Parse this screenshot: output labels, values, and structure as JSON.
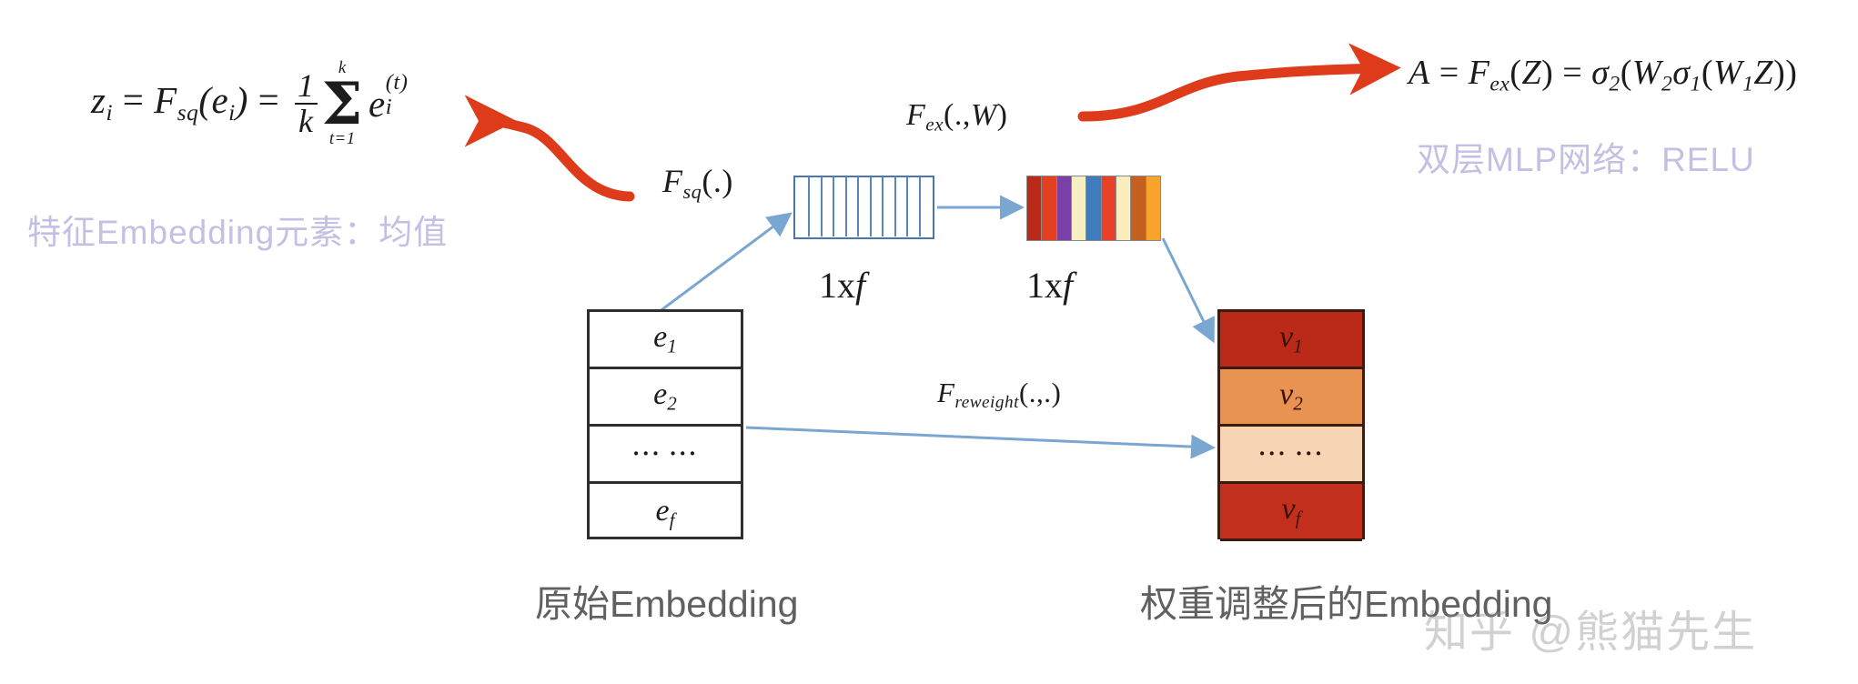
{
  "diagram": {
    "title_none": "",
    "formulas": {
      "squeeze": {
        "lhs": "z",
        "lhs_sub": "i",
        "eq1": " = ",
        "fn": "F",
        "fn_sub": "sq",
        "fn_arg_open": "(",
        "fn_arg": "e",
        "fn_arg_sub": "i",
        "fn_arg_close": ")",
        "eq2": " = ",
        "frac_num": "1",
        "frac_den": "k",
        "sum_upper": "k",
        "sum_symbol": "∑",
        "sum_lower": "t=1",
        "term": "e",
        "term_sup": "(t)",
        "term_sub": "i",
        "plain": "z_i = F_sq(e_i) = (1/k) Σ_{t=1}^{k} e_i^{(t)}"
      },
      "excite": {
        "plain": "A = F_ex(Z) = σ₂(W₂σ₁(W₁Z))",
        "lhs": "A",
        "eq1": " = ",
        "fn": "F",
        "fn_sub": "ex",
        "fn_arg": "(Z)",
        "eq2": " = ",
        "sigma2": "σ",
        "sigma2_sub": "2",
        "open1": "(",
        "w2": "W",
        "w2_sub": "2",
        "sigma1": "σ",
        "sigma1_sub": "1",
        "open2": "(",
        "w1": "W",
        "w1_sub": "1",
        "z": "Z",
        "close": "))"
      }
    },
    "notes": {
      "left": "特征Embedding元素：均值",
      "right": "双层MLP网络：RELU",
      "color": "#c3c0e4"
    },
    "labels": {
      "fsq": {
        "fn": "F",
        "sub": "sq",
        "args": "(.)",
        "plain": "F_sq(.)"
      },
      "fex": {
        "fn": "F",
        "sub": "ex",
        "args": "(.,W)",
        "plain": "F_ex(.,W)"
      },
      "freweight": {
        "fn": "F",
        "sub": "reweight",
        "args": "(.,.)",
        "plain": "F_reweight(.,.)"
      }
    },
    "vector_captions": {
      "squeeze": {
        "prefix": "1x",
        "dim": "f"
      },
      "excite": {
        "prefix": "1x",
        "dim": "f"
      }
    },
    "squeeze_vector": {
      "name": "squeeze-vector",
      "stripe_count": 11,
      "border_color": "#4a77ab",
      "fill": "#ffffff"
    },
    "excite_vector": {
      "name": "excite-vector",
      "cells": [
        {
          "color": "#bb2a18"
        },
        {
          "color": "#e2401f"
        },
        {
          "color": "#7b3fa8"
        },
        {
          "color": "#f7eec2"
        },
        {
          "color": "#3f7dbf"
        },
        {
          "color": "#e8412a"
        },
        {
          "color": "#fbedbd"
        },
        {
          "color": "#c46121"
        },
        {
          "color": "#f7a32c"
        }
      ]
    },
    "source_table": {
      "name": "original-embedding-table",
      "rows": [
        {
          "base": "e",
          "sub": "1",
          "is_dots": false
        },
        {
          "base": "e",
          "sub": "2",
          "is_dots": false
        },
        {
          "base": "··· ···",
          "sub": "",
          "is_dots": true
        },
        {
          "base": "e",
          "sub": "f",
          "is_dots": false
        }
      ],
      "caption": "原始Embedding",
      "border_color": "#2e2e2e",
      "fill": "#ffffff"
    },
    "output_table": {
      "name": "reweighted-embedding-table",
      "rows": [
        {
          "base": "v",
          "sub": "1",
          "is_dots": false,
          "color": "#bb2a18"
        },
        {
          "base": "v",
          "sub": "2",
          "is_dots": false,
          "color": "#e89352"
        },
        {
          "base": "··· ···",
          "sub": "",
          "is_dots": true,
          "color": "#f6d5b5"
        },
        {
          "base": "v",
          "sub": "f",
          "is_dots": false,
          "color": "#c22f1c"
        }
      ],
      "caption": "权重调整后的Embedding",
      "border_color": "#3b1a10"
    },
    "arrows": {
      "flow_color": "#7aa6d2",
      "highlight_color": "#de3b1a"
    },
    "watermark": {
      "text": "知乎 @熊猫先生"
    }
  }
}
